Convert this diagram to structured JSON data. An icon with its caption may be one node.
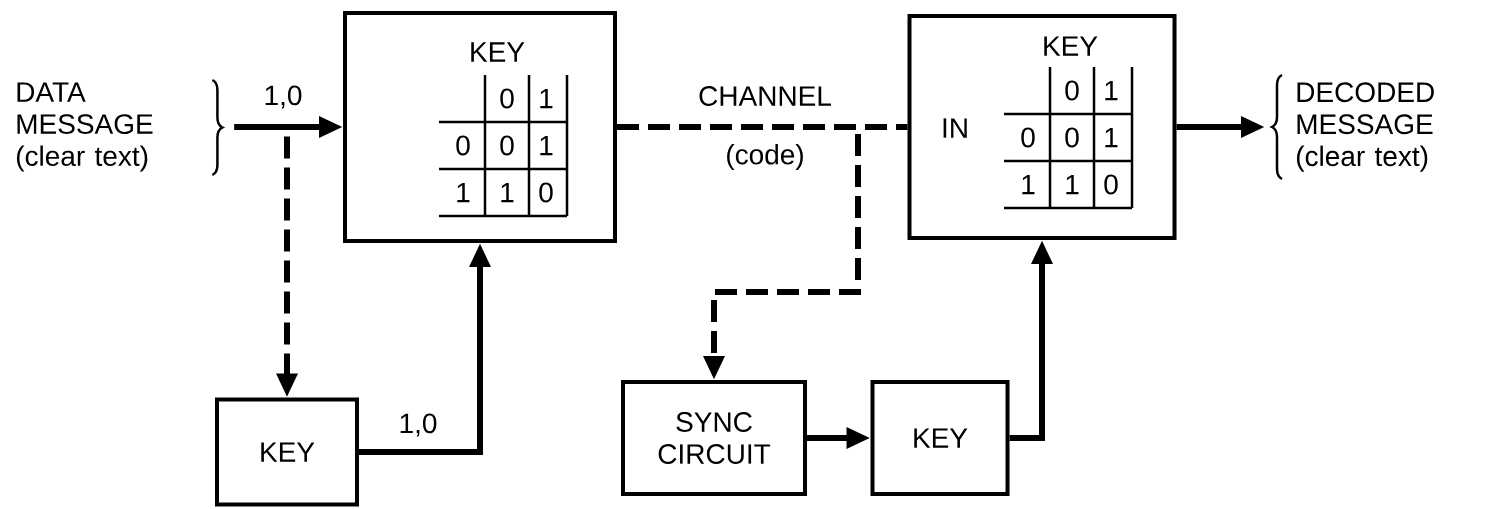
{
  "diagram": {
    "nodes": [
      {
        "text": [
          "DATA MESSAGE (clear text)"
        ]
      },
      {
        "text": [
          "KEY"
        ]
      },
      {
        "text": [
          "KEY"
        ]
      },
      {
        "text": [
          "KEY",
          "IN"
        ]
      },
      {
        "text": [
          "SYNC CIRCUIT"
        ]
      },
      {
        "text": [
          "KEY"
        ]
      },
      {
        "text": [
          "DECODED MESSAGE (clear text)"
        ]
      }
    ],
    "edges": [
      {
        "from": 0,
        "to": 1,
        "arrow": "to",
        "label": "1,0"
      },
      {
        "from": 0,
        "to": 2,
        "arrow": "to",
        "style": "dashed"
      },
      {
        "from": 2,
        "to": 1,
        "arrow": "to",
        "label": "1,0"
      },
      {
        "from": 1,
        "to": 3,
        "arrow": "none",
        "style": "dashed",
        "label": "CHANNEL"
      },
      {
        "from": 1,
        "to": 4,
        "arrow": "to",
        "style": "dashed"
      },
      {
        "from": 4,
        "to": 5,
        "arrow": "to"
      },
      {
        "from": 5,
        "to": 3,
        "arrow": "to"
      },
      {
        "from": 3,
        "to": 6,
        "arrow": "to"
      }
    ],
    "labels": [
      "0",
      "1",
      "0",
      "0",
      "1",
      "1",
      "1",
      "0",
      "(code)",
      "0",
      "1",
      "0",
      "0",
      "1",
      "1",
      "1",
      "0"
    ]
  }
}
